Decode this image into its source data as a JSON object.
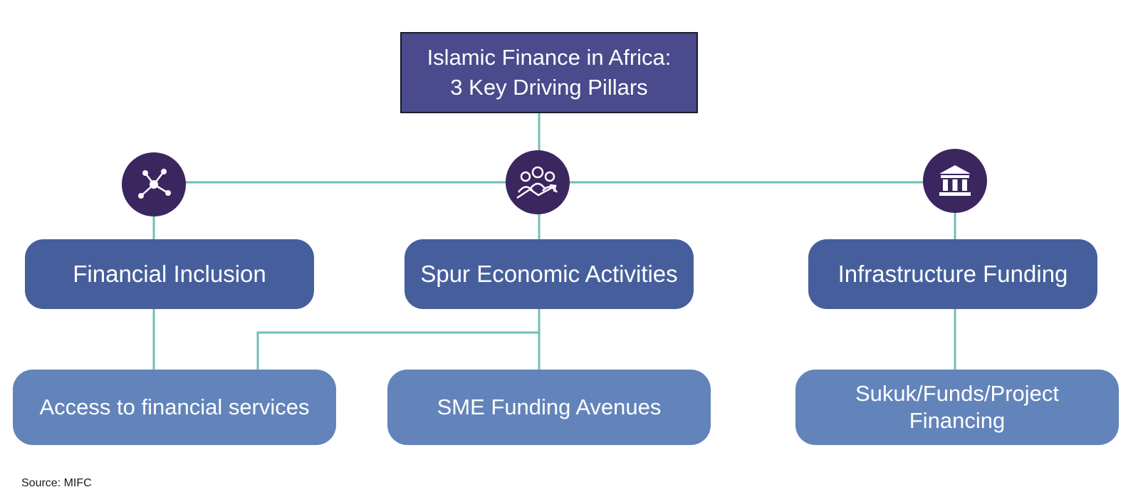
{
  "title": {
    "line1": "Islamic Finance in Africa:",
    "line2": "3 Key Driving Pillars"
  },
  "pillars": [
    {
      "label": "Financial Inclusion",
      "icon": "network-icon"
    },
    {
      "label": "Spur Economic Activities",
      "icon": "people-growth-icon"
    },
    {
      "label": "Infrastructure Funding",
      "icon": "bank-building-icon"
    }
  ],
  "sub_items": [
    {
      "label": "Access to financial services"
    },
    {
      "label": "SME Funding Avenues"
    },
    {
      "label_line1": "Sukuk/Funds/Project",
      "label_line2": "Financing"
    }
  ],
  "source": "Source: MIFC",
  "colors": {
    "title_bg": "#4a4a8c",
    "pillar_bg": "#465f9c",
    "sub_bg": "#6384ba",
    "icon_bg": "#3b2660",
    "connector": "#6fbfb3"
  }
}
